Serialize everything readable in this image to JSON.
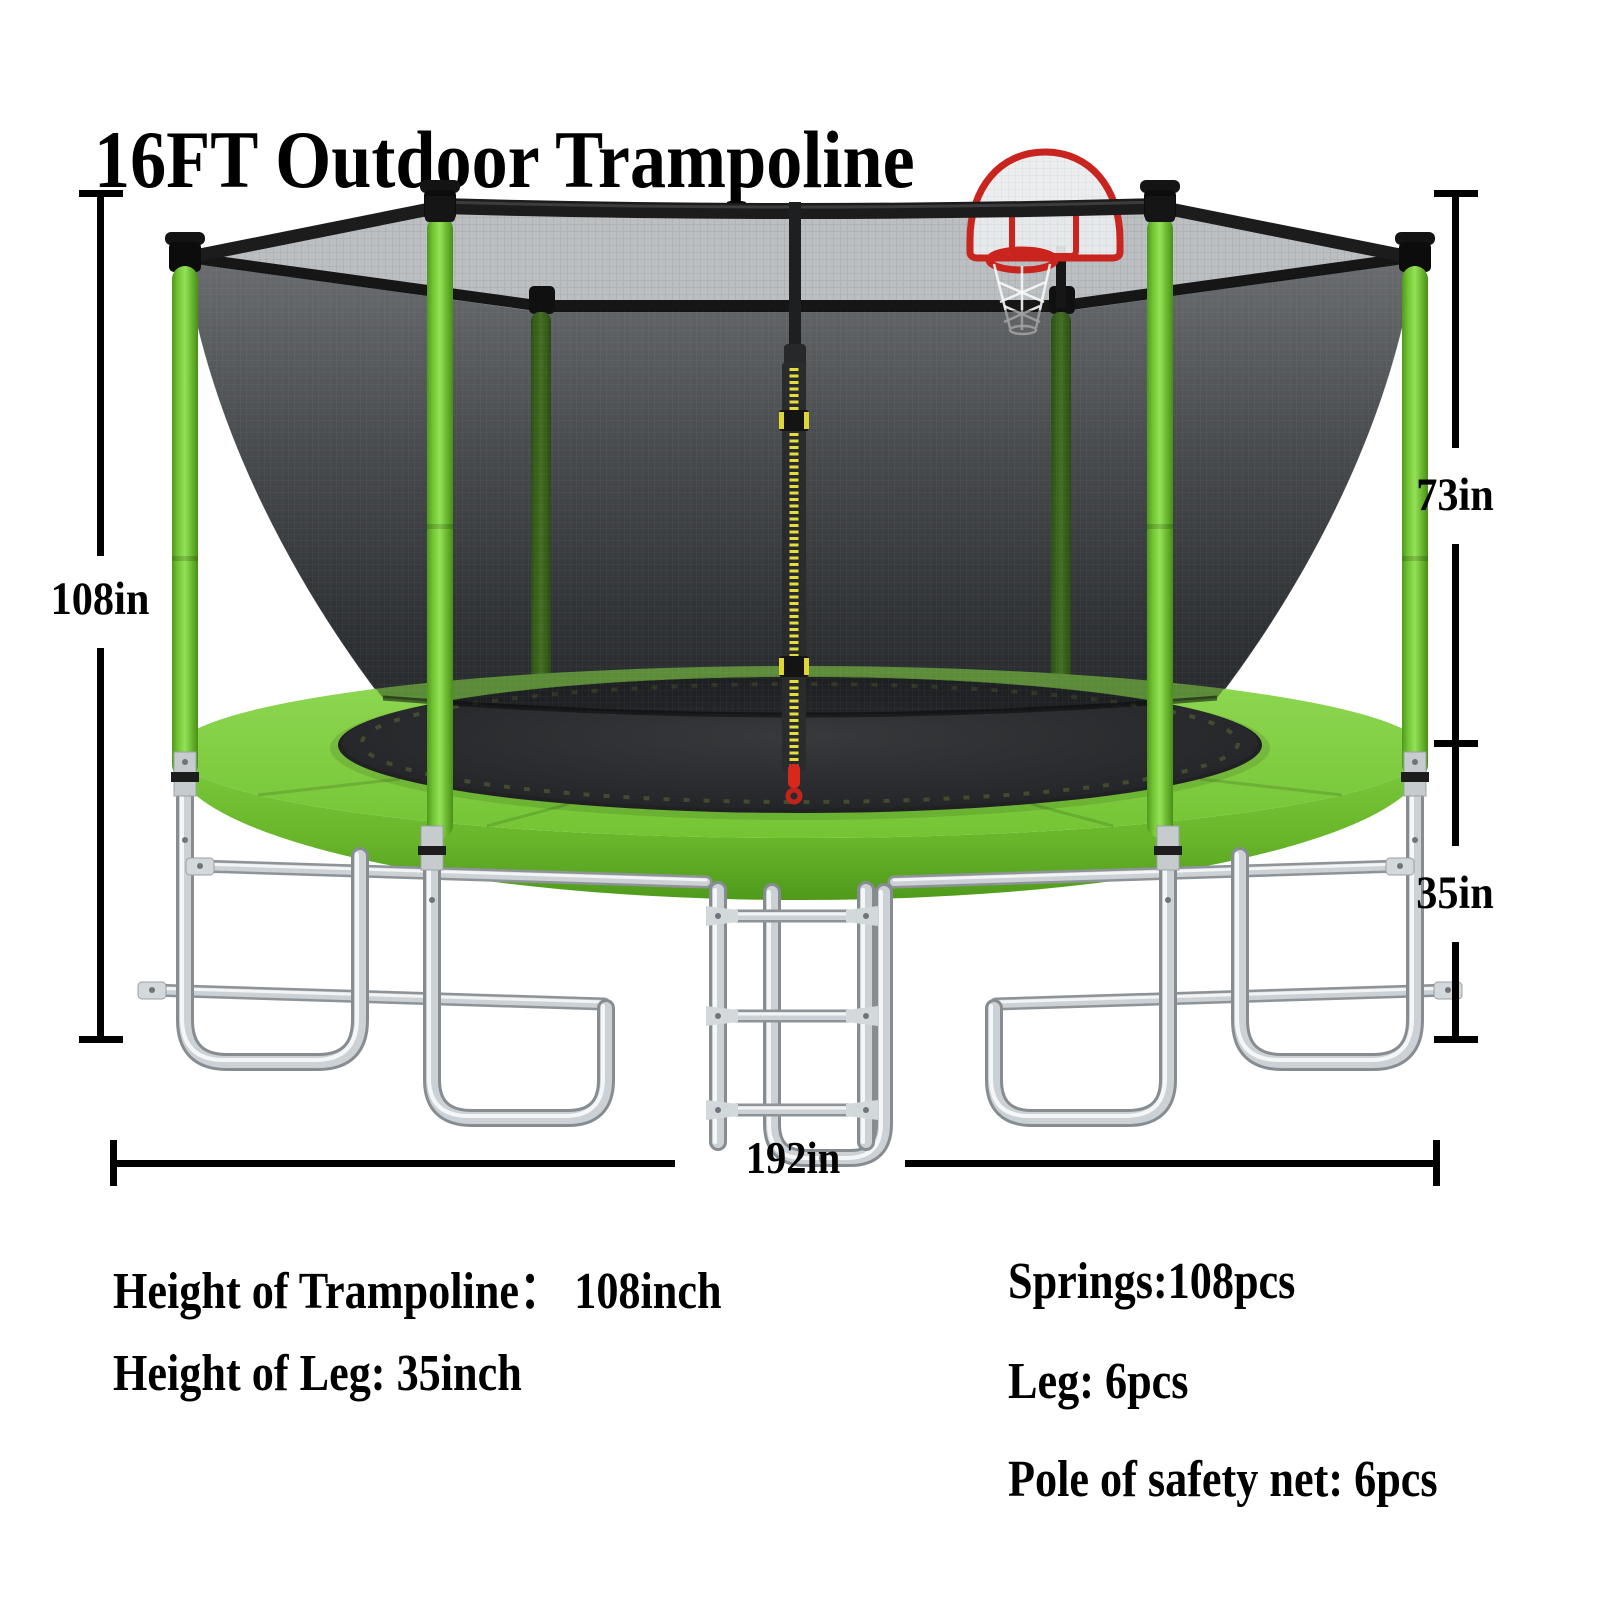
{
  "title": "16FT Outdoor Trampoline",
  "dimension_labels": {
    "total_height": "108in",
    "net_height": "73in",
    "leg_height": "35in",
    "width": "192in"
  },
  "spec_notes": {
    "left": [
      "Height of Trampoline：  108inch",
      "Height of Leg: 35inch"
    ],
    "right": [
      "Springs:108pcs",
      "Leg: 6pcs",
      "Pole of safety net: 6pcs"
    ]
  },
  "illustration": {
    "colors": {
      "pole_green": "#6fc430",
      "pole_green_light": "#93e158",
      "pad_green": "#7cc93a",
      "mat_black": "#232527",
      "net_dark": "#2e3134",
      "frame_black": "#1c1c1c",
      "chrome": "#ccd1d5",
      "hoop_red": "#c9241d",
      "zipper_yellow": "#e5de3c",
      "zipper_pull_red": "#d8281c",
      "dimension_line": "#000000"
    }
  }
}
